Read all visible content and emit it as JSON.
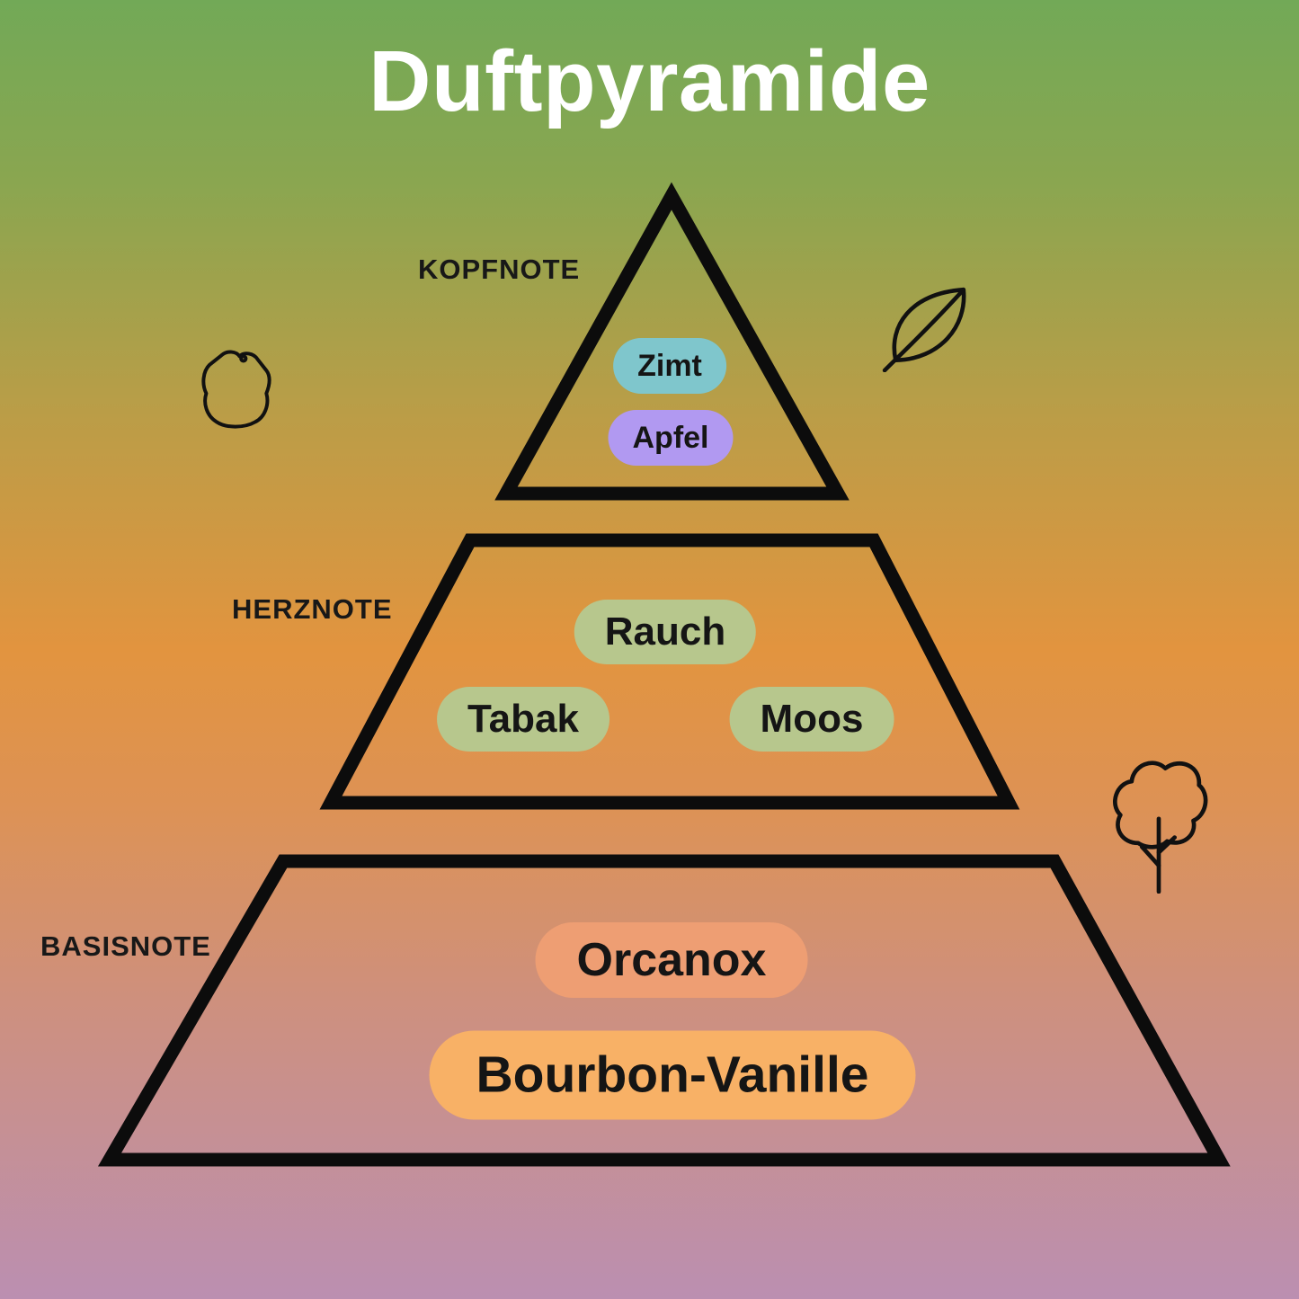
{
  "title": "Duftpyramide",
  "levels": [
    {
      "label": "KOPFNOTE",
      "notes": [
        {
          "text": "Zimt",
          "color": "#7fc6cc"
        },
        {
          "text": "Apfel",
          "color": "#b199f1"
        }
      ]
    },
    {
      "label": "HERZNOTE",
      "notes": [
        {
          "text": "Rauch",
          "color": "#b7c78d"
        },
        {
          "text": "Tabak",
          "color": "#b7c78d"
        },
        {
          "text": "Moos",
          "color": "#b7c78d"
        }
      ]
    },
    {
      "label": "BASISNOTE",
      "notes": [
        {
          "text": "Orcanox",
          "color": "#ee9e73"
        },
        {
          "text": "Bourbon-Vanille",
          "color": "#f8b166"
        }
      ]
    }
  ],
  "icons": [
    {
      "name": "leather-icon"
    },
    {
      "name": "leaf-icon"
    },
    {
      "name": "tree-icon"
    }
  ],
  "colors": {
    "background_top": "#72a957",
    "background_middle": "#e2943f",
    "background_bottom": "#bb8fb1",
    "pyramid_outline": "#0c0c0c",
    "title_text": "#ffffff",
    "label_text": "#181818",
    "pill_text": "#151515"
  }
}
